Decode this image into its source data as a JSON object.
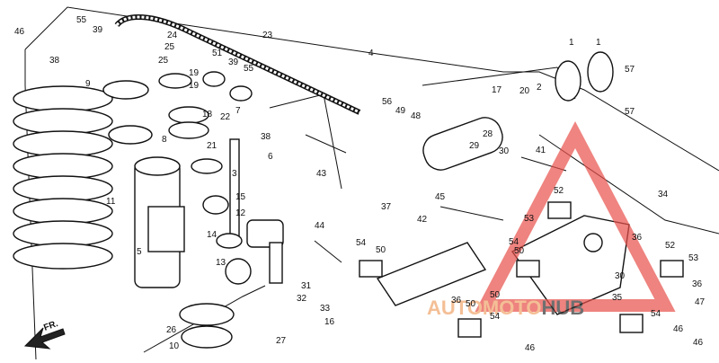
{
  "diagram": {
    "callouts": [
      "46",
      "55",
      "39",
      "38",
      "9",
      "19",
      "18",
      "8",
      "22",
      "7",
      "51",
      "39",
      "55",
      "24",
      "25",
      "25",
      "19",
      "23",
      "4",
      "11",
      "5",
      "21",
      "3",
      "6",
      "15",
      "12",
      "14",
      "13",
      "1",
      "1",
      "57",
      "57",
      "17",
      "20",
      "2",
      "56",
      "49",
      "48",
      "28",
      "29",
      "30",
      "41",
      "38",
      "43",
      "45",
      "42",
      "44",
      "37",
      "54",
      "50",
      "53",
      "52",
      "34",
      "36",
      "52",
      "53",
      "54",
      "50",
      "30",
      "35",
      "36",
      "50",
      "26",
      "10",
      "31",
      "32",
      "33",
      "16",
      "27",
      "36",
      "54",
      "46",
      "46",
      "50",
      "54",
      "46",
      "47"
    ],
    "watermark": {
      "text_orange": "AUTOMOTO",
      "text_dark": "HUB",
      "color_orange": "#f0a46a",
      "color_red": "#e8504a",
      "color_dark": "#333333"
    },
    "direction_label": "FR."
  }
}
